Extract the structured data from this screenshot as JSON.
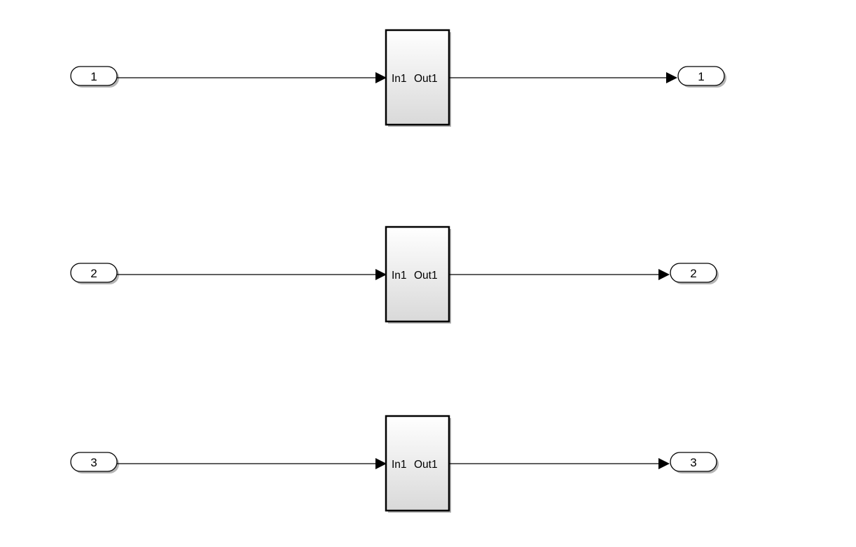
{
  "diagram": {
    "rows": [
      {
        "inport": "1",
        "block_in_label": "In1",
        "block_out_label": "Out1",
        "outport": "1"
      },
      {
        "inport": "2",
        "block_in_label": "In1",
        "block_out_label": "Out1",
        "outport": "2"
      },
      {
        "inport": "3",
        "block_in_label": "In1",
        "block_out_label": "Out1",
        "outport": "3"
      }
    ],
    "colors": {
      "line": "#000000",
      "port_fill": "#ffffff",
      "block_gradient_top": "#ffffff",
      "block_gradient_bottom": "#d9d9d9",
      "shadow": "#b3b3b3"
    }
  }
}
